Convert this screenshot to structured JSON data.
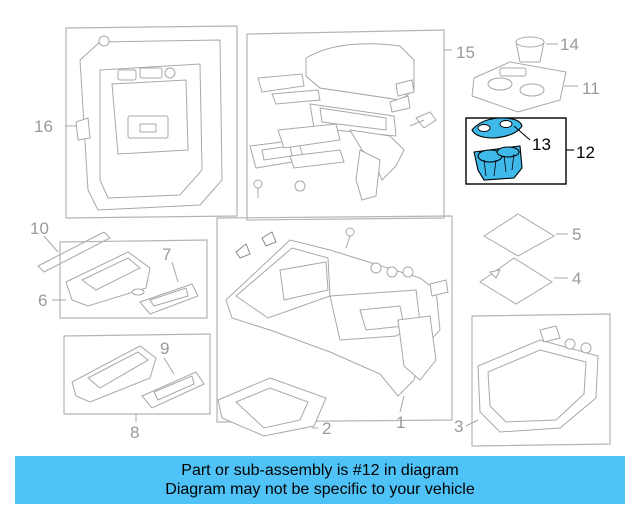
{
  "callouts": {
    "c1": "1",
    "c2": "2",
    "c3": "3",
    "c4": "4",
    "c5": "5",
    "c6": "6",
    "c7": "7",
    "c8": "8",
    "c9": "9",
    "c10": "10",
    "c11": "11",
    "c12": "12",
    "c13": "13",
    "c14": "14",
    "c15": "15",
    "c16": "16"
  },
  "highlight": {
    "part_number": "12",
    "sub_part_number": "13",
    "color": "#3fb8ea"
  },
  "banner": {
    "line1": "Part or sub-assembly is #12 in diagram",
    "line2": "Diagram may not be specific to your vehicle",
    "background": "#4fc3f7"
  }
}
